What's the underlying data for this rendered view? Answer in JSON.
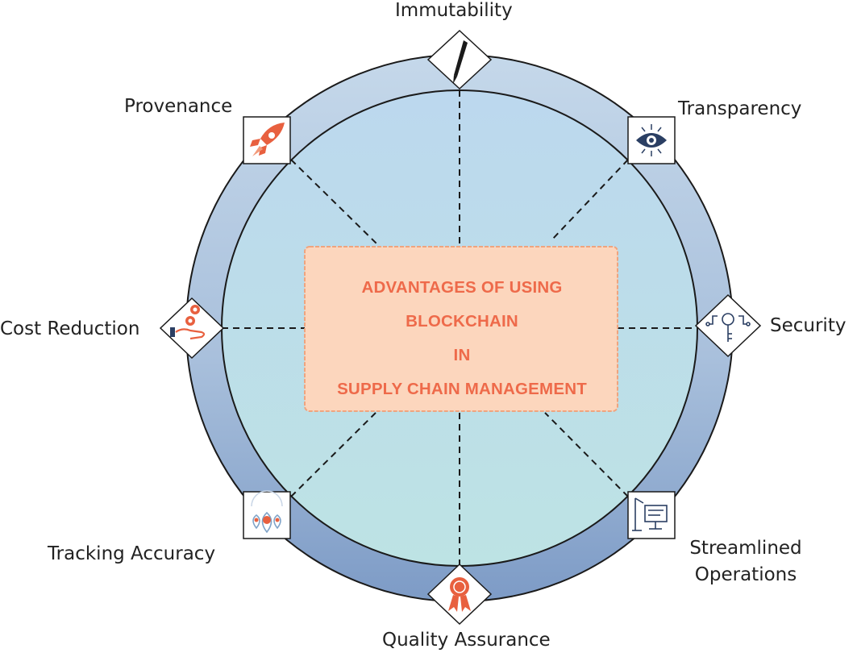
{
  "center": {
    "lines": [
      "ADVANTAGES OF USING",
      "BLOCKCHAIN",
      "IN",
      "SUPPLY CHAIN MANAGEMENT"
    ]
  },
  "advantages": [
    {
      "label": "Immutability",
      "icon": "pen-icon"
    },
    {
      "label": "Transparency",
      "icon": "eye-circuit-icon"
    },
    {
      "label": "Security",
      "icon": "key-circuit-icon"
    },
    {
      "label_lines": [
        "Streamlined",
        "Operations"
      ],
      "icon": "workstation-icon"
    },
    {
      "label": "Quality Assurance",
      "icon": "award-ribbon-icon"
    },
    {
      "label": "Tracking Accuracy",
      "icon": "location-pins-icon"
    },
    {
      "label": "Cost Reduction",
      "icon": "money-hand-icon"
    },
    {
      "label": "Provenance",
      "icon": "rocket-icon"
    }
  ],
  "colors": {
    "outer_ring_top": "#c5d8ea",
    "outer_ring_bottom": "#7d9bc6",
    "inner_top": "#bcd8ee",
    "inner_bottom": "#bde3e4",
    "center_box_fill": "#fcd6bd",
    "center_box_border": "#f0a47e",
    "center_text": "#ee6a4a",
    "icon_accent": "#e8603f",
    "icon_dark": "#2b3f63"
  }
}
